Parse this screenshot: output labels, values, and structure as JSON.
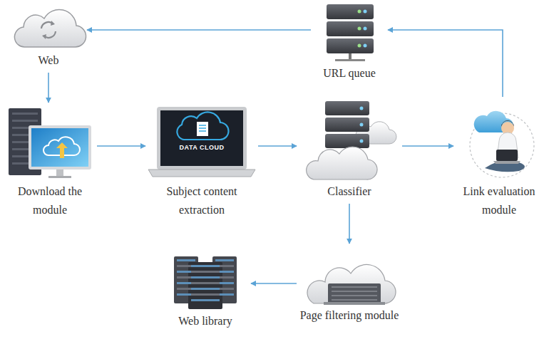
{
  "diagram": {
    "nodes": [
      {
        "text": [
          "Web"
        ]
      },
      {
        "text": [
          "URL queue"
        ]
      },
      {
        "text": [
          "Download the module"
        ]
      },
      {
        "text": [
          "Subject content extraction"
        ]
      },
      {
        "text": [
          "Classifier"
        ]
      },
      {
        "text": [
          "Link evaluation module"
        ]
      },
      {
        "text": [
          "Web library"
        ]
      },
      {
        "text": [
          "Page filtering module"
        ]
      }
    ],
    "edges": [
      {
        "from": 1,
        "to": 0,
        "arrow": "to"
      },
      {
        "from": 0,
        "to": 2,
        "arrow": "to"
      },
      {
        "from": 2,
        "to": 3,
        "arrow": "to"
      },
      {
        "from": 3,
        "to": 4,
        "arrow": "to"
      },
      {
        "from": 4,
        "to": 5,
        "arrow": "to"
      },
      {
        "from": 5,
        "to": 1,
        "arrow": "to"
      },
      {
        "from": 4,
        "to": 7,
        "arrow": "to"
      },
      {
        "from": 7,
        "to": 6,
        "arrow": "to"
      }
    ],
    "labels": [
      "DATA CLOUD"
    ]
  }
}
